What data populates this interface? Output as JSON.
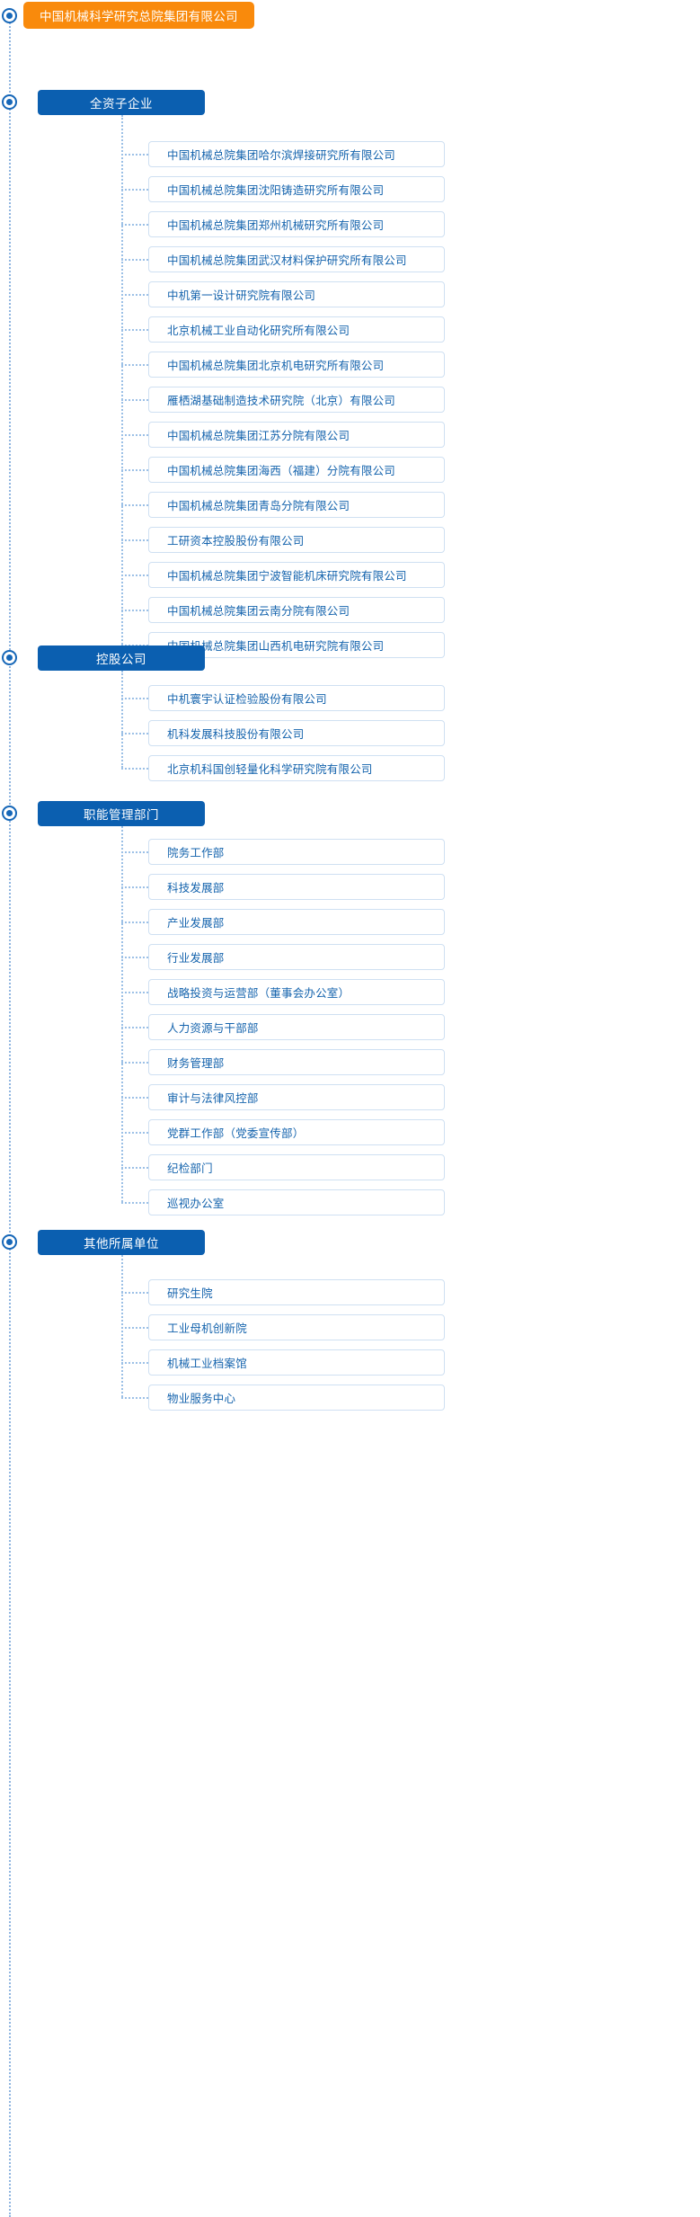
{
  "colors": {
    "root_bg": "#f98a0c",
    "section_bg": "#0b5fb0",
    "item_text": "#1463ad",
    "item_border": "#cfe0f2",
    "line": "#9cc0e6",
    "marker": "#1667b8"
  },
  "root": {
    "label": "中国机械科学研究总院集团有限公司"
  },
  "sections": [
    {
      "label": "全资子企业",
      "items": [
        "中国机械总院集团哈尔滨焊接研究所有限公司",
        "中国机械总院集团沈阳铸造研究所有限公司",
        "中国机械总院集团郑州机械研究所有限公司",
        "中国机械总院集团武汉材料保护研究所有限公司",
        "中机第一设计研究院有限公司",
        "北京机械工业自动化研究所有限公司",
        "中国机械总院集团北京机电研究所有限公司",
        "雁栖湖基础制造技术研究院（北京）有限公司",
        "中国机械总院集团江苏分院有限公司",
        "中国机械总院集团海西（福建）分院有限公司",
        "中国机械总院集团青岛分院有限公司",
        "工研资本控股股份有限公司",
        "中国机械总院集团宁波智能机床研究院有限公司",
        "中国机械总院集团云南分院有限公司",
        "中国机械总院集团山西机电研究院有限公司"
      ]
    },
    {
      "label": "控股公司",
      "items": [
        "中机寰宇认证检验股份有限公司",
        "机科发展科技股份有限公司",
        "北京机科国创轻量化科学研究院有限公司"
      ]
    },
    {
      "label": "职能管理部门",
      "items": [
        "院务工作部",
        "科技发展部",
        "产业发展部",
        "行业发展部",
        "战略投资与运营部（董事会办公室）",
        "人力资源与干部部",
        "财务管理部",
        "审计与法律风控部",
        "党群工作部（党委宣传部）",
        "纪检部门",
        "巡视办公室"
      ]
    },
    {
      "label": "其他所属单位",
      "items": [
        "研究生院",
        "工业母机创新院",
        "机械工业档案馆",
        "物业服务中心"
      ]
    }
  ],
  "layout": {
    "section_tops": [
      100,
      718,
      891,
      1368
    ],
    "first_item_tops": [
      157,
      762,
      933,
      1423
    ],
    "row_pitch": 39
  }
}
